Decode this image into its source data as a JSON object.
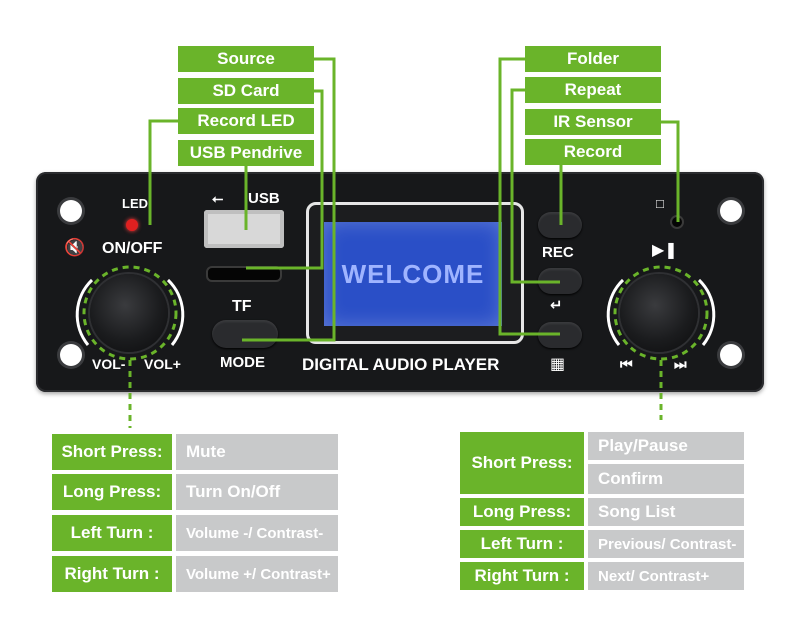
{
  "callouts": {
    "source": "Source",
    "sd_card": "SD Card",
    "record_led": "Record LED",
    "usb_pendrive": "USB Pendrive",
    "folder": "Folder",
    "repeat": "Repeat",
    "ir_sensor": "IR Sensor",
    "record": "Record"
  },
  "panel": {
    "led": "LED",
    "on_off": "ON/OFF",
    "usb": "USB",
    "tf": "TF",
    "mode": "MODE",
    "rec": "REC",
    "display": "WELCOME",
    "product_name": "DIGITAL AUDIO PLAYER",
    "vol_minus": "VOL-",
    "vol_plus": "VOL+"
  },
  "left_table": {
    "rows": [
      {
        "label": "Short Press:",
        "value": "Mute"
      },
      {
        "label": "Long Press:",
        "value": "Turn On/Off"
      },
      {
        "label": "Left Turn :",
        "value": "Volume -/ Contrast-"
      },
      {
        "label": "Right Turn :",
        "value": "Volume +/ Contrast+"
      }
    ]
  },
  "right_table": {
    "short_press_label": "Short Press:",
    "short_press_values": [
      "Play/Pause",
      "Confirm"
    ],
    "rows": [
      {
        "label": "Long Press:",
        "value": "Song List"
      },
      {
        "label": "Left Turn :",
        "value": "Previous/ Contrast-"
      },
      {
        "label": "Right Turn :",
        "value": "Next/ Contrast+"
      }
    ]
  },
  "colors": {
    "accent": "#6ab42a",
    "panel": "#17181a",
    "screen": "#2a4fc7",
    "value_cell": "#c8c9ca"
  }
}
